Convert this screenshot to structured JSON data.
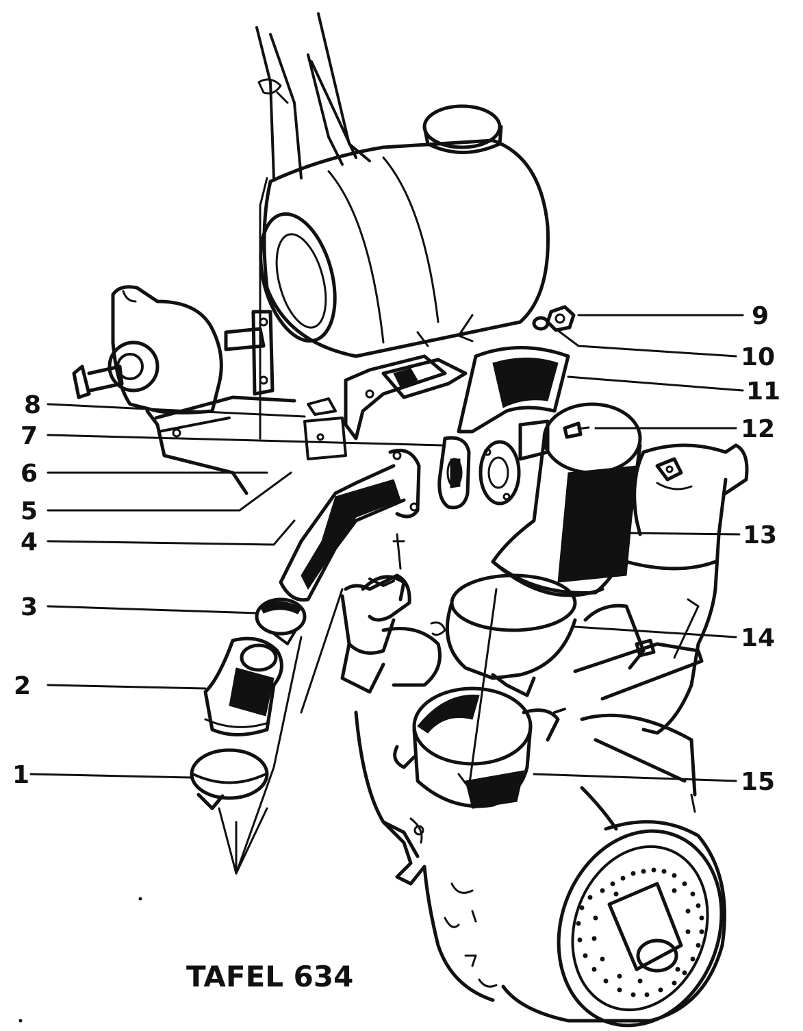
{
  "plate": {
    "title": "TAFEL 634"
  },
  "callouts": [
    {
      "id": "1",
      "label": "1"
    },
    {
      "id": "2",
      "label": "2"
    },
    {
      "id": "3",
      "label": "3"
    },
    {
      "id": "4",
      "label": "4"
    },
    {
      "id": "5",
      "label": "5"
    },
    {
      "id": "6",
      "label": "6"
    },
    {
      "id": "7",
      "label": "7"
    },
    {
      "id": "8",
      "label": "8"
    },
    {
      "id": "9",
      "label": "9"
    },
    {
      "id": "10",
      "label": "10"
    },
    {
      "id": "11",
      "label": "11"
    },
    {
      "id": "12",
      "label": "12"
    },
    {
      "id": "13",
      "label": "13"
    },
    {
      "id": "14",
      "label": "14"
    },
    {
      "id": "15",
      "label": "15"
    }
  ],
  "colors": {
    "ink": "#111111",
    "paper": "#ffffff"
  }
}
